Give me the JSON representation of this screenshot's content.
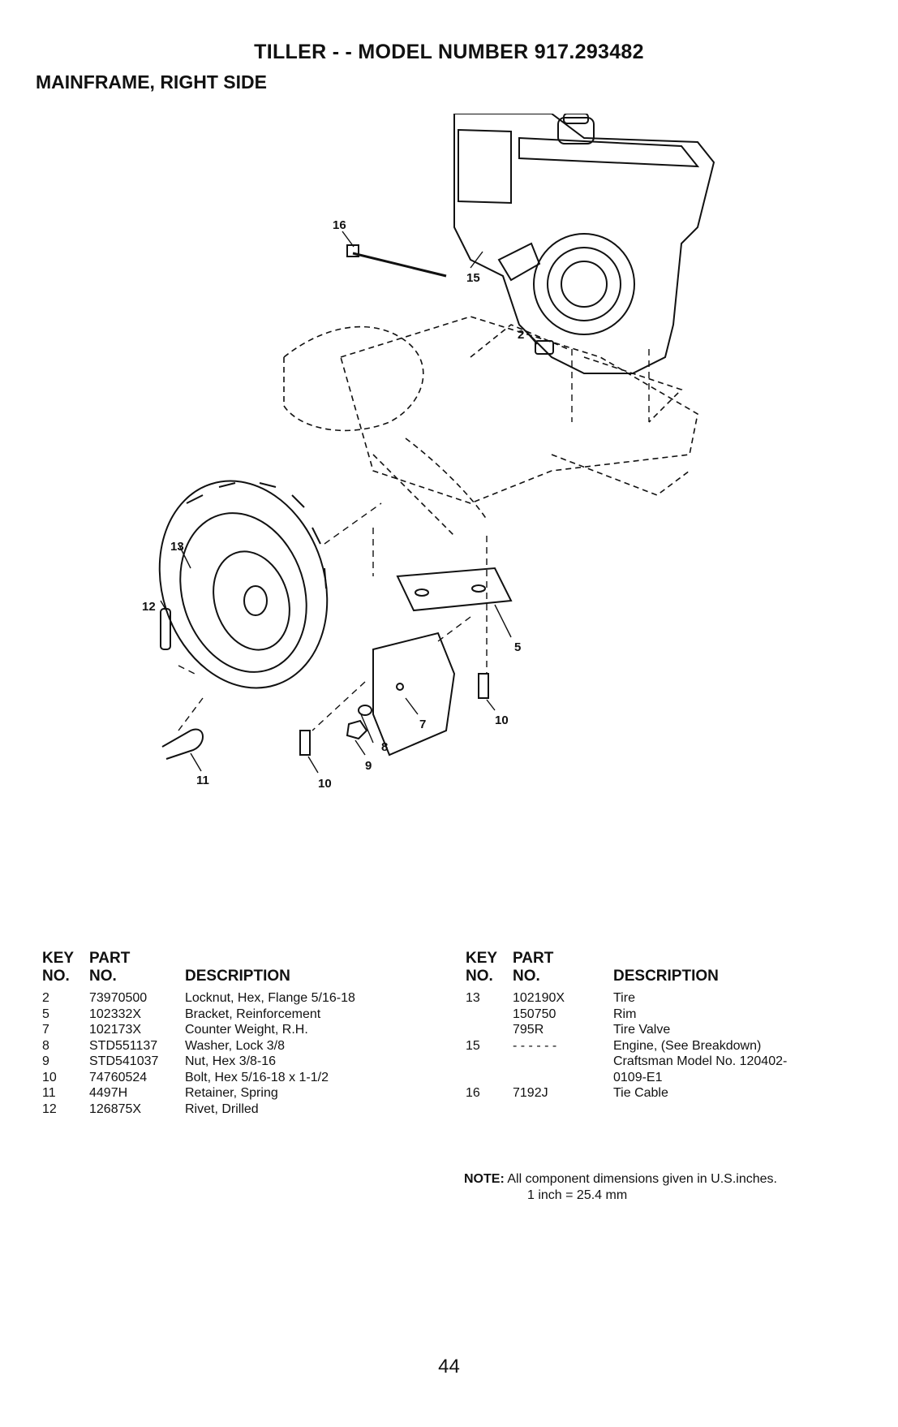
{
  "header": {
    "title": "TILLER - - MODEL NUMBER 917.293482",
    "subtitle": "MAINFRAME, RIGHT SIDE"
  },
  "diagram": {
    "callouts": [
      "16",
      "15",
      "2",
      "13",
      "12",
      "5",
      "7",
      "10",
      "8",
      "9",
      "11",
      "10"
    ]
  },
  "parts_table": {
    "headers": {
      "key_line1": "KEY",
      "key_line2": "NO.",
      "part_line1": "PART",
      "part_line2": "NO.",
      "description": "DESCRIPTION"
    },
    "left": [
      {
        "key": "2",
        "part": "73970500",
        "desc": "Locknut, Hex, Flange 5/16-18"
      },
      {
        "key": "5",
        "part": "102332X",
        "desc": "Bracket, Reinforcement"
      },
      {
        "key": "7",
        "part": "102173X",
        "desc": "Counter Weight, R.H."
      },
      {
        "key": "8",
        "part": "STD551137",
        "desc": "Washer, Lock 3/8"
      },
      {
        "key": "9",
        "part": "STD541037",
        "desc": "Nut, Hex 3/8-16"
      },
      {
        "key": "10",
        "part": "74760524",
        "desc": "Bolt, Hex 5/16-18 x 1-1/2"
      },
      {
        "key": "11",
        "part": "4497H",
        "desc": "Retainer, Spring"
      },
      {
        "key": "12",
        "part": "126875X",
        "desc": "Rivet, Drilled"
      }
    ],
    "right": [
      {
        "key": "13",
        "part": "102190X",
        "desc": "Tire"
      },
      {
        "key": "",
        "part": "150750",
        "desc": "Rim"
      },
      {
        "key": "",
        "part": "795R",
        "desc": "Tire Valve"
      },
      {
        "key": "15",
        "part": "- - - - - -",
        "desc": "Engine, (See Breakdown)"
      },
      {
        "key": "",
        "part": "",
        "desc": "Craftsman Model No. 120402-"
      },
      {
        "key": "",
        "part": "",
        "desc": "0109-E1"
      },
      {
        "key": "16",
        "part": "7192J",
        "desc": "Tie Cable"
      }
    ]
  },
  "note": {
    "label": "NOTE:",
    "line1": "All component dimensions given in U.S.inches.",
    "line2": "1 inch = 25.4 mm"
  },
  "page_number": "44"
}
